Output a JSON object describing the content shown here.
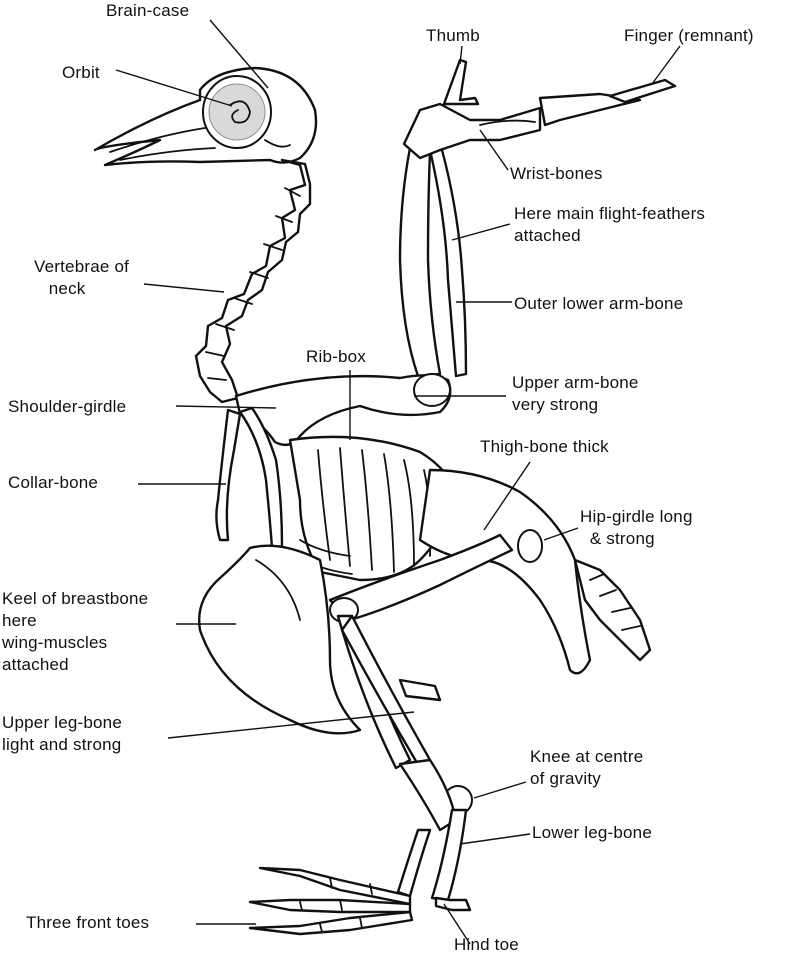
{
  "labels": {
    "brain_case": "Brain-case",
    "orbit": "Orbit",
    "thumb": "Thumb",
    "finger": "Finger (remnant)",
    "wrist_bones": "Wrist-bones",
    "flight_feathers": "Here main flight-feathers\nattached",
    "vertebrae": "Vertebrae of\n   neck",
    "outer_arm": "Outer lower arm-bone",
    "rib_box": "Rib-box",
    "upper_arm": "Upper arm-bone\nvery strong",
    "shoulder_girdle": "Shoulder-girdle",
    "thigh_bone": "Thigh-bone thick",
    "collar_bone": "Collar-bone",
    "hip_girdle": "Hip-girdle long\n  & strong",
    "keel": "Keel of breastbone\nhere\nwing-muscles\nattached",
    "upper_leg": "Upper leg-bone\nlight and strong",
    "knee": "Knee at centre\nof gravity",
    "lower_leg": "Lower leg-bone",
    "front_toes": "Three front toes",
    "hind_toe": "Hind toe"
  }
}
